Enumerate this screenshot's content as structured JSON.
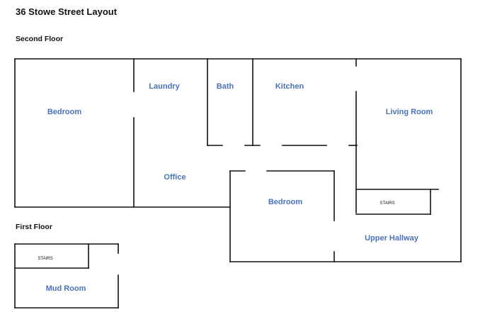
{
  "title": "36 Stowe Street Layout",
  "floors": {
    "second": "Second Floor",
    "first": "First Floor"
  },
  "rooms": {
    "bedroom_west": "Bedroom",
    "laundry": "Laundry",
    "bath": "Bath",
    "kitchen": "Kitchen",
    "living_room": "Living Room",
    "office": "Office",
    "bedroom_center": "Bedroom",
    "stairs_upper": "STAIRS",
    "upper_hallway": "Upper Hallway",
    "stairs_lower": "STAIRS",
    "mud_room": "Mud Room"
  },
  "colors": {
    "room_label": "#4a72b8",
    "walls": "#111111"
  }
}
